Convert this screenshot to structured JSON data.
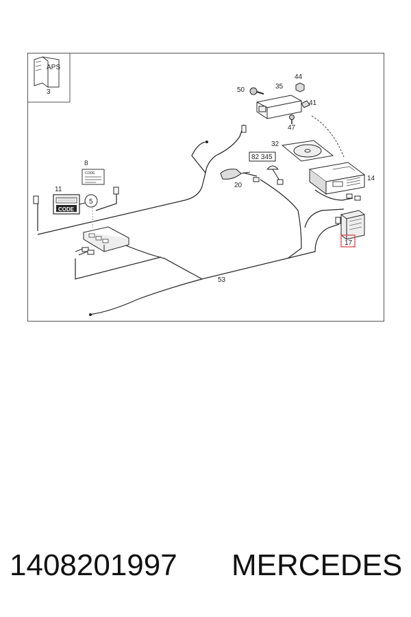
{
  "diagram": {
    "manual_icon_text": "APS",
    "callouts": {
      "c3": "3",
      "c8": "8",
      "c11": "11",
      "c5": "5",
      "c14": "14",
      "c17": "17",
      "c20": "20",
      "c32": "32",
      "c35": "35",
      "c41": "41",
      "c44": "44",
      "c47": "47",
      "c50": "50",
      "c53": "53",
      "c82345": "82 345"
    },
    "label_card_text": "CODE",
    "code_badge_text": "CODE",
    "highlight_color": "#e0404a"
  },
  "footer": {
    "part_number": "1408201997",
    "brand": "MERCEDES"
  }
}
